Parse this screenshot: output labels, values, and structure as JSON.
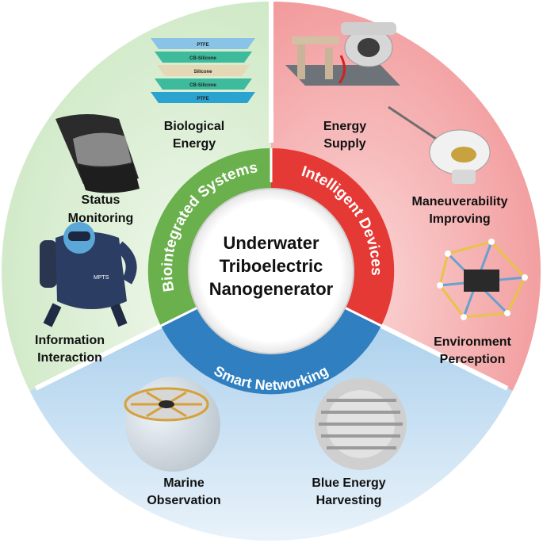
{
  "center": {
    "line1": "Underwater",
    "line2": "Triboelectric",
    "line3": "Nanogenerator"
  },
  "ring": {
    "biointegrated": "Biointegrated Systems",
    "intelligent": "Intelligent Devices",
    "networking": "Smart Networking"
  },
  "labels": {
    "biological_energy": [
      "Biological",
      "Energy"
    ],
    "status_monitoring": [
      "Status",
      "Monitoring"
    ],
    "information_interaction": [
      "Information",
      "Interaction"
    ],
    "energy_supply": [
      "Energy",
      "Supply"
    ],
    "maneuverability_improving": [
      "Maneuverability",
      "Improving"
    ],
    "environment_perception": [
      "Environment",
      "Perception"
    ],
    "marine_observation": [
      "Marine",
      "Observation"
    ],
    "blue_energy_harvesting": [
      "Blue Energy",
      "Harvesting"
    ]
  },
  "layers": [
    "PTFE",
    "CB-Silicone",
    "Silicone",
    "CB-Silicone",
    "PTFE"
  ],
  "diver_badge": "MPTS",
  "colors": {
    "green_sector": "#d6ecd0",
    "red_sector": "#f4a9aa",
    "blue_sector": "#cfe3f3",
    "green_ring": "#6ab04c",
    "red_ring": "#e53935",
    "blue_ring": "#2f7fc1"
  }
}
